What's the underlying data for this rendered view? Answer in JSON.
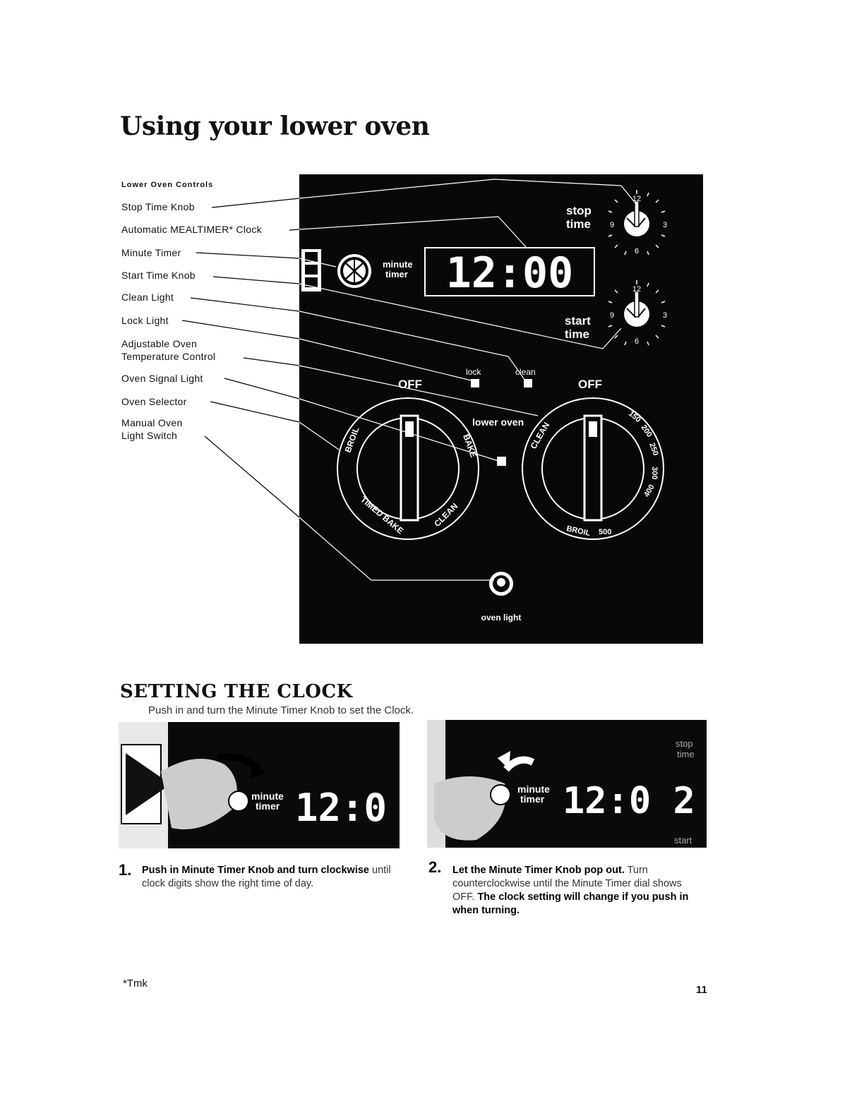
{
  "page": {
    "title": "Using your lower oven",
    "footnote": "*Tmk",
    "page_number": "11"
  },
  "callouts": {
    "header": "Lower Oven Controls",
    "items": [
      "Stop Time Knob",
      "Automatic MEALTIMER* Clock",
      "Minute Timer",
      "Start Time Knob",
      "Clean Light",
      "Lock Light",
      "Adjustable Oven",
      "Temperature Control",
      "Oven Signal Light",
      "Oven Selector",
      "Manual Oven",
      "Light Switch"
    ]
  },
  "panel": {
    "stop_time_1": "stop",
    "stop_time_2": "time",
    "start_time_1": "start",
    "start_time_2": "time",
    "minute_timer_1": "minute",
    "minute_timer_2": "timer",
    "clock_display": "12:00",
    "lock_label": "lock",
    "clean_label": "clean",
    "off_left": "OFF",
    "off_right": "OFF",
    "lower_oven_label": "lower oven",
    "oven_light_label": "oven light",
    "dial_numbers": [
      "12",
      "3",
      "6",
      "9"
    ],
    "selector_labels": [
      "BROIL",
      "BAKE",
      "TIMED BAKE",
      "CLEAN"
    ],
    "temp_labels": [
      "CLEAN",
      "150",
      "200",
      "250",
      "300",
      "400",
      "500",
      "BROIL"
    ]
  },
  "section": {
    "title": "SETTING THE CLOCK",
    "intro": "Push in and turn the Minute Timer Knob to set the Clock."
  },
  "photos": {
    "photo1_label_1": "minute",
    "photo1_label_2": "timer",
    "photo1_display": "12:0",
    "photo2_label_1": "minute",
    "photo2_label_2": "timer",
    "photo2_display": "12:0 2",
    "photo2_stop_1": "stop",
    "photo2_stop_2": "time",
    "photo2_start": "start"
  },
  "steps": [
    {
      "number": "1.",
      "bold": "Push in Minute Timer Knob and turn clockwise",
      "text": " until clock digits show the right time of day."
    },
    {
      "number": "2.",
      "bold": "Let the Minute Timer Knob pop out.",
      "text": " Turn counterclockwise until the Minute Timer dial shows OFF. ",
      "bold2": "The clock setting will change if you push in when turning."
    }
  ]
}
